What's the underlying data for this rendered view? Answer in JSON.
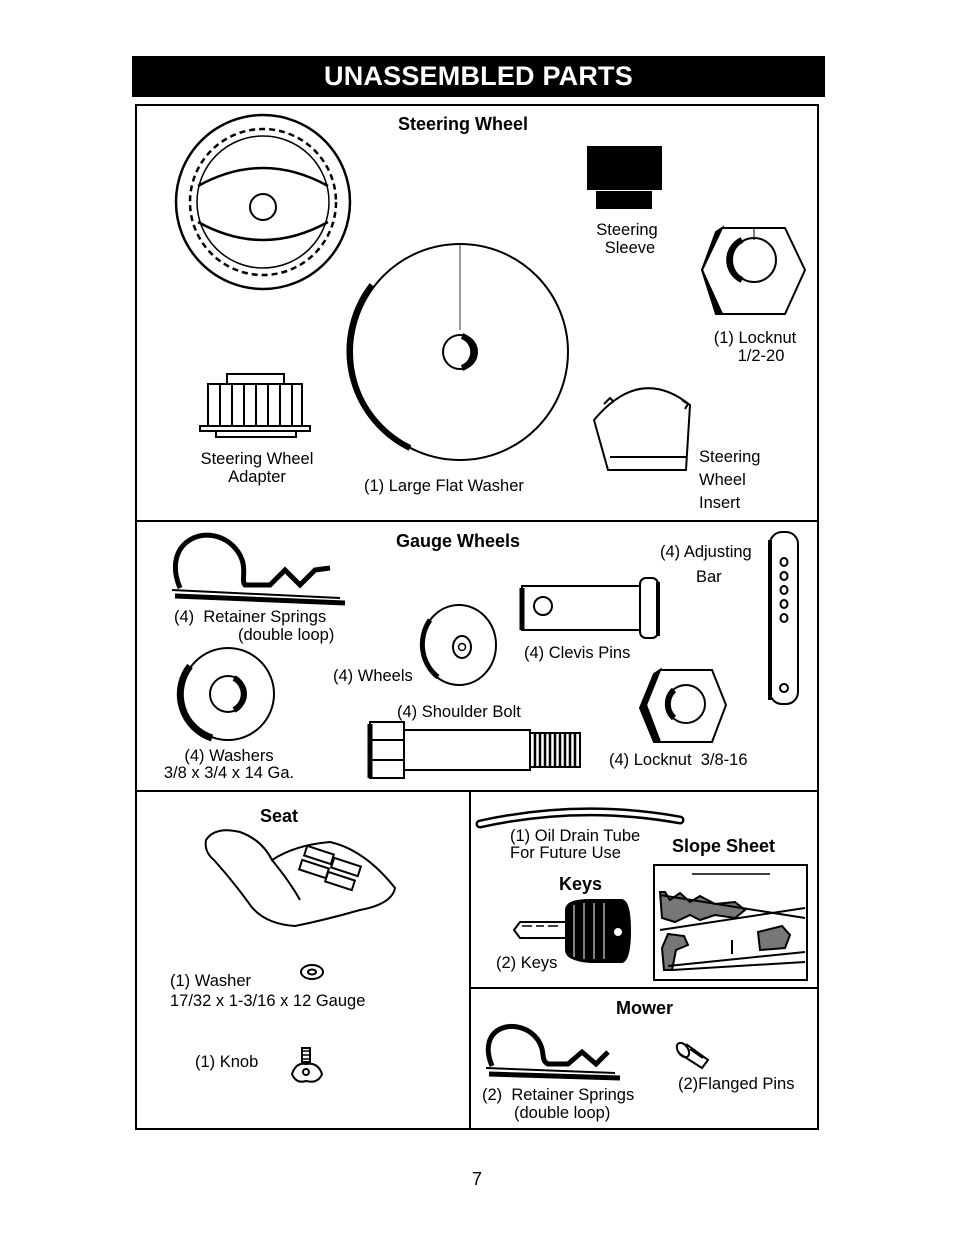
{
  "page": {
    "title": "UNASSEMBLED PARTS",
    "page_number": "7"
  },
  "steering": {
    "heading": "Steering Wheel",
    "sleeve": [
      "Steering",
      "Sleeve"
    ],
    "locknut": [
      "(1) Locknut",
      "1/2-20"
    ],
    "adapter": [
      "Steering Wheel",
      "Adapter"
    ],
    "washer": "(1) Large Flat Washer",
    "insert": [
      "Steering",
      "Wheel",
      "Insert"
    ]
  },
  "gauge": {
    "heading": "Gauge Wheels",
    "adjusting_bar": [
      "(4) Adjusting",
      "Bar"
    ],
    "retainer_springs": [
      "(4)  Retainer Springs",
      "(double loop)"
    ],
    "clevis_pins": "(4) Clevis Pins",
    "wheels": "(4) Wheels",
    "shoulder_bolt": "(4) Shoulder Bolt",
    "washers": [
      "(4) Washers",
      "3/8 x 3/4 x 14 Ga."
    ],
    "locknut": "(4) Locknut  3/8-16"
  },
  "seat": {
    "heading": "Seat",
    "washer": [
      "(1) Washer",
      "17/32 x 1-3/16 x 12 Gauge"
    ],
    "knob": "(1) Knob"
  },
  "misc": {
    "oil_tube": [
      "(1) Oil Drain Tube",
      "For Future Use"
    ],
    "slope_heading": "Slope Sheet",
    "keys_heading": "Keys",
    "keys": "(2) Keys"
  },
  "mower": {
    "heading": "Mower",
    "retainer_springs": [
      "(2)  Retainer Springs",
      "(double loop)"
    ],
    "flanged_pins": "(2)Flanged Pins"
  }
}
